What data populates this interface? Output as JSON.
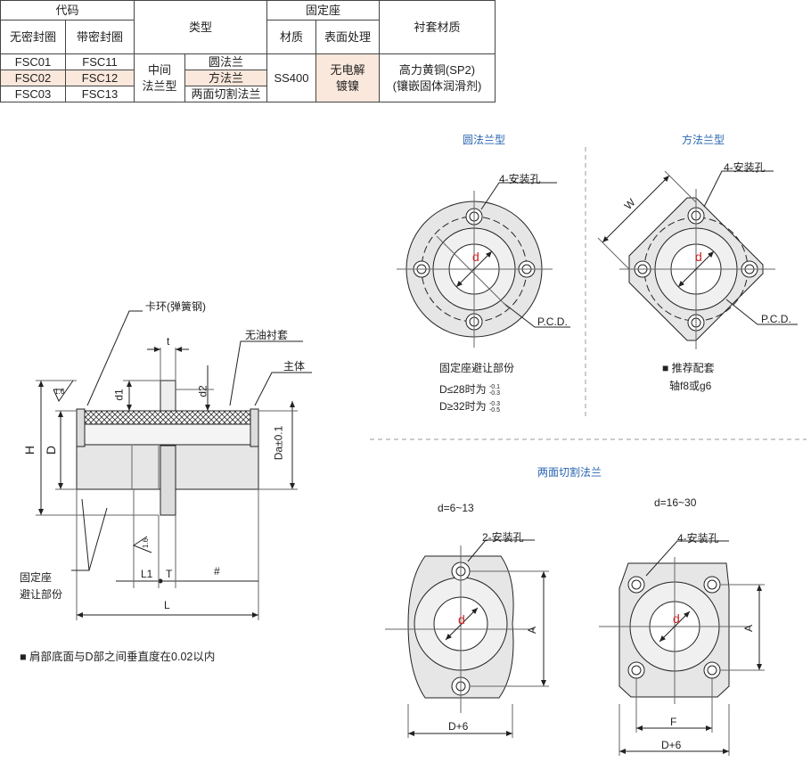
{
  "table": {
    "h_code": "代码",
    "h_type": "类型",
    "h_seat": "固定座",
    "h_sleeve": "衬套材质",
    "h_noseal": "无密封圈",
    "h_seal": "带密封圈",
    "h_material": "材质",
    "h_surface": "表面处理",
    "rows": [
      {
        "noseal": "FSC01",
        "seal": "FSC11",
        "type": "圆法兰"
      },
      {
        "noseal": "FSC02",
        "seal": "FSC12",
        "type": "方法兰"
      },
      {
        "noseal": "FSC03",
        "seal": "FSC13",
        "type": "两面切割法兰"
      }
    ],
    "mid_type_1": "中间",
    "mid_type_2": "法兰型",
    "material": "SS400",
    "surface_1": "无电解",
    "surface_2": "镀镍",
    "sleeve_1": "高力黄铜(SP2)",
    "sleeve_2": "(镶嵌固体润滑剂)"
  },
  "side": {
    "snap_ring": "卡环(弹簧钢)",
    "oilless": "无油衬套",
    "body": "主体",
    "t": "t",
    "d1": "d1",
    "d2": "d2",
    "H": "H",
    "D": "D",
    "Da": "Da±0.1",
    "rough1": "1.6",
    "rough2": "1.6",
    "L1": "L1",
    "T": "T",
    "hash": "#",
    "L": "L",
    "seat_relief_1": "固定座",
    "seat_relief_2": "避让部份",
    "note": "■ 肩部底面与D部之间垂直度在0.02以内"
  },
  "round": {
    "title": "圆法兰型",
    "holes": "4-安装孔",
    "pcd": "P.C.D.",
    "d": "d",
    "relief": "固定座避让部份",
    "tol1_label": "D≤28时为",
    "tol1_up": "-0.1",
    "tol1_dn": "-0.3",
    "tol2_label": "D≥32时为",
    "tol2_up": "-0.3",
    "tol2_dn": "-0.5"
  },
  "square": {
    "title": "方法兰型",
    "holes": "4-安装孔",
    "pcd": "P.C.D.",
    "W": "W",
    "d": "d",
    "fit1": "■ 推荐配套",
    "fit2": "轴f8或g6"
  },
  "cut": {
    "title": "两面切割法兰",
    "range1": "d=6~13",
    "range2": "d=16~30",
    "holes2": "2-安装孔",
    "holes4": "4-安装孔",
    "A1": "A",
    "A2": "A",
    "d1": "d",
    "d2": "d",
    "D6a": "D+6",
    "D6b": "D+6",
    "F": "F"
  }
}
